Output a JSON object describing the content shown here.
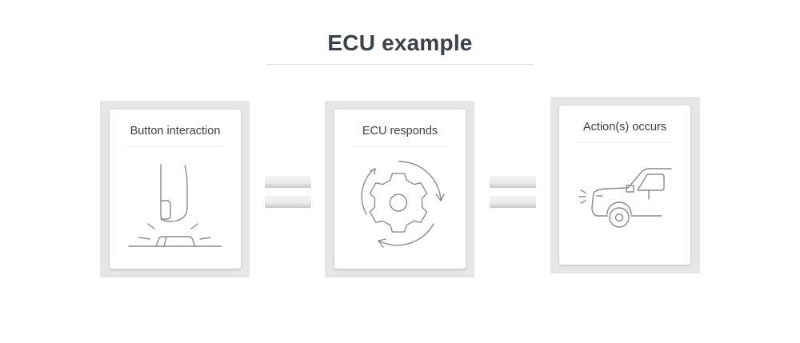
{
  "title": "ECU example",
  "steps": [
    {
      "label": "Button interaction",
      "icon": "finger-press-button-icon"
    },
    {
      "label": "ECU responds",
      "icon": "rotating-gear-icon"
    },
    {
      "label": "Action(s) occurs",
      "icon": "car-headlights-icon"
    }
  ],
  "connectors": [
    "equals-sign-icon",
    "equals-sign-icon"
  ],
  "colors": {
    "title": "#3b4149",
    "panel": "#e6e6e6",
    "card": "#ffffff",
    "stroke": "#8a8a8a"
  }
}
